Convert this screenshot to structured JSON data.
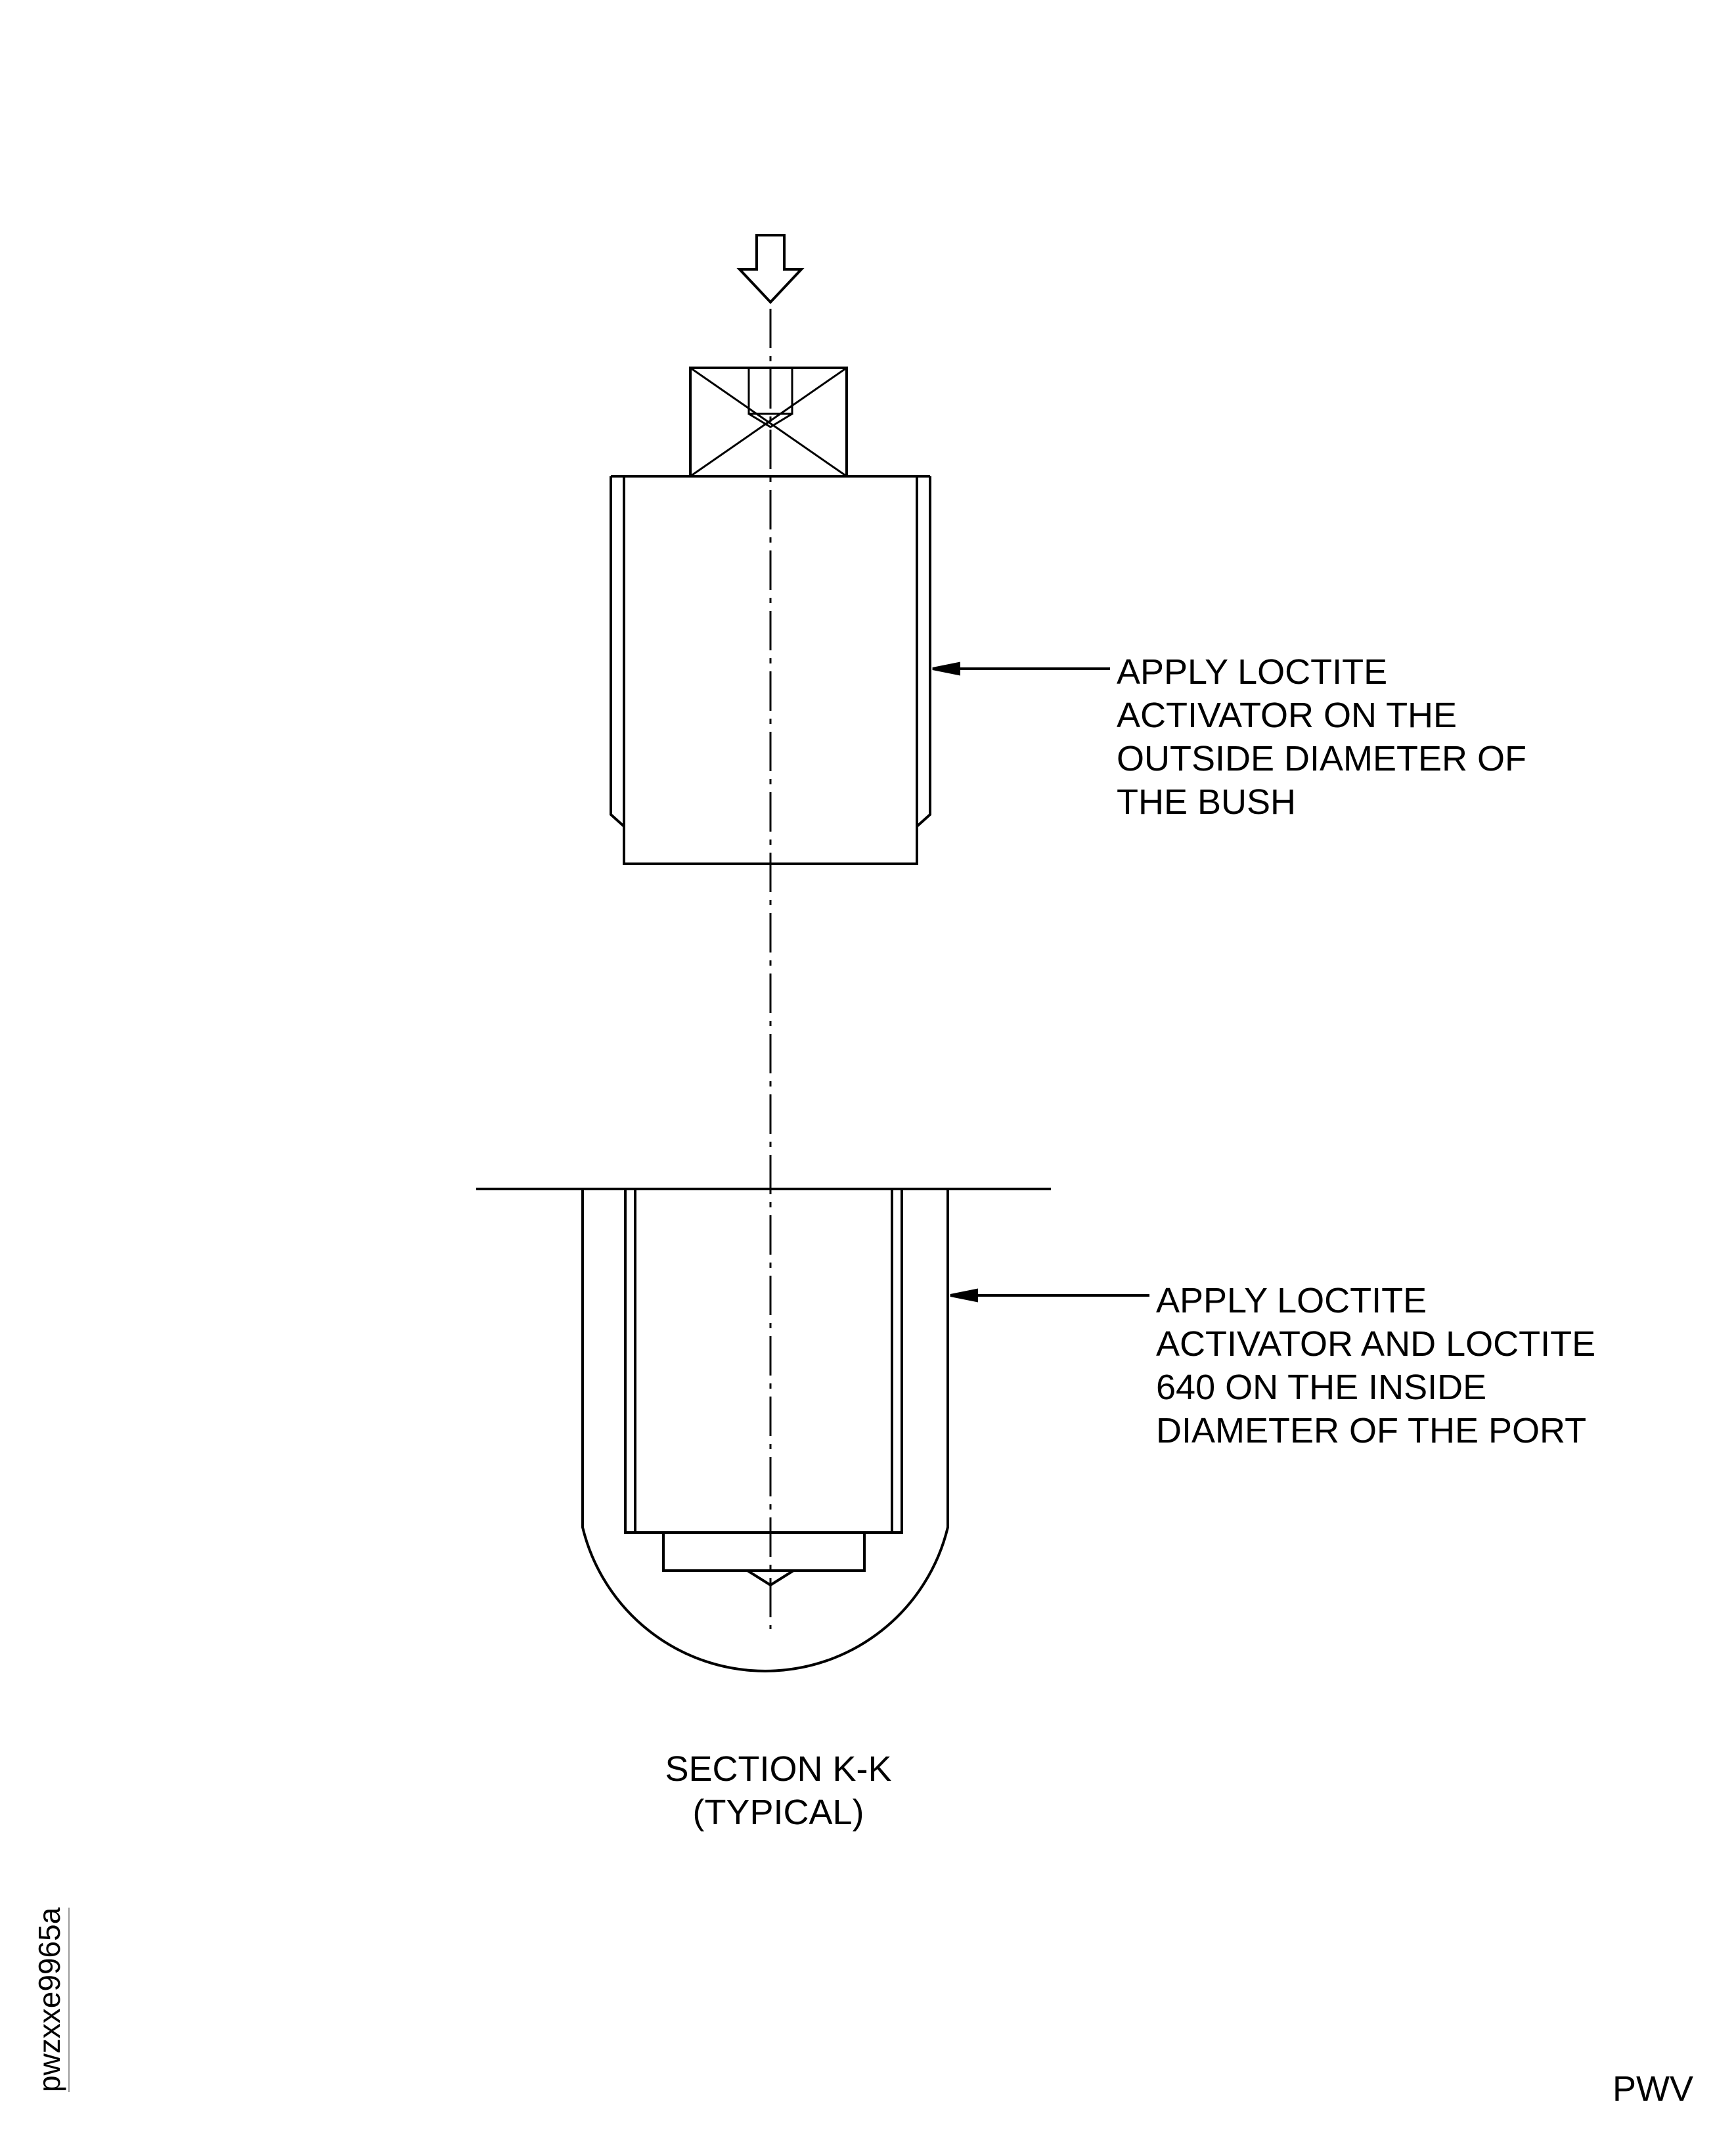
{
  "callouts": {
    "bush": {
      "lines": [
        "APPLY LOCTITE",
        "ACTIVATOR ON THE",
        "OUTSIDE DIAMETER OF",
        "THE BUSH"
      ]
    },
    "port": {
      "lines": [
        "APPLY LOCTITE",
        "ACTIVATOR AND LOCTITE",
        "640 ON THE INSIDE",
        "DIAMETER OF THE PORT"
      ]
    }
  },
  "caption": {
    "section": "SECTION K-K",
    "note": "(TYPICAL)"
  },
  "figure_id": "pwzxxe9965a",
  "sheet_code": "PWV",
  "colors": {
    "line": "#000000",
    "background": "#ffffff"
  }
}
